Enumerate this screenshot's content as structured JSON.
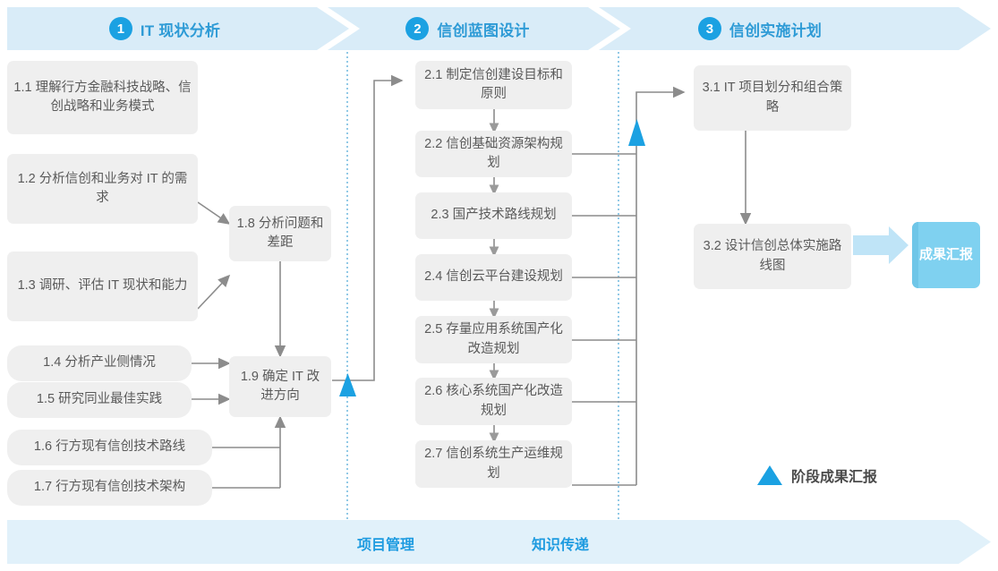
{
  "diagram": {
    "title_phases": [
      {
        "num": "1",
        "label": "IT 现状分析"
      },
      {
        "num": "2",
        "label": "信创蓝图设计"
      },
      {
        "num": "3",
        "label": "信创实施计划"
      }
    ],
    "phase1_boxes": [
      {
        "id": "1.1",
        "text": "1.1 理解行方金融科技战略、信创战略和业务模式"
      },
      {
        "id": "1.2",
        "text": "1.2 分析信创和业务对 IT 的需求"
      },
      {
        "id": "1.3",
        "text": "1.3 调研、评估 IT 现状和能力"
      },
      {
        "id": "1.4",
        "text": "1.4 分析产业侧情况"
      },
      {
        "id": "1.5",
        "text": "1.5 研究同业最佳实践"
      },
      {
        "id": "1.6",
        "text": "1.6 行方现有信创技术路线"
      },
      {
        "id": "1.7",
        "text": "1.7 行方现有信创技术架构"
      },
      {
        "id": "1.8",
        "text": "1.8 分析问题和差距"
      },
      {
        "id": "1.9",
        "text": "1.9 确定 IT 改进方向"
      }
    ],
    "phase2_boxes": [
      {
        "id": "2.1",
        "text": "2.1 制定信创建设目标和原则"
      },
      {
        "id": "2.2",
        "text": "2.2 信创基础资源架构规划"
      },
      {
        "id": "2.3",
        "text": "2.3 国产技术路线规划"
      },
      {
        "id": "2.4",
        "text": "2.4 信创云平台建设规划"
      },
      {
        "id": "2.5",
        "text": "2.5 存量应用系统国产化改造规划"
      },
      {
        "id": "2.6",
        "text": "2.6 核心系统国产化改造规划"
      },
      {
        "id": "2.7",
        "text": "2.7 信创系统生产运维规划"
      }
    ],
    "phase3_boxes": [
      {
        "id": "3.1",
        "text": "3.1 IT 项目划分和组合策略"
      },
      {
        "id": "3.2",
        "text": "3.2 设计信创总体实施路线图"
      }
    ],
    "deliverable": {
      "text": "成果汇报"
    },
    "legend": {
      "text": "阶段成果汇报"
    },
    "footer_items": [
      {
        "label": "项目管理"
      },
      {
        "label": "知识传递"
      }
    ],
    "colors": {
      "phase_bar_fill": "#D9ECF8",
      "phase_label": "#2E9BD6",
      "phase_num_circle": "#1BA1E2",
      "box_fill": "#EFEFEF",
      "box_text": "#5A5A5A",
      "connector": "#8C8C8C",
      "milestone_triangle": "#1BA1E2",
      "deliverable_fill": "#7FD1F0",
      "divider_dotted": "#4EA8D8",
      "footer_text": "#1E9BE0"
    }
  }
}
